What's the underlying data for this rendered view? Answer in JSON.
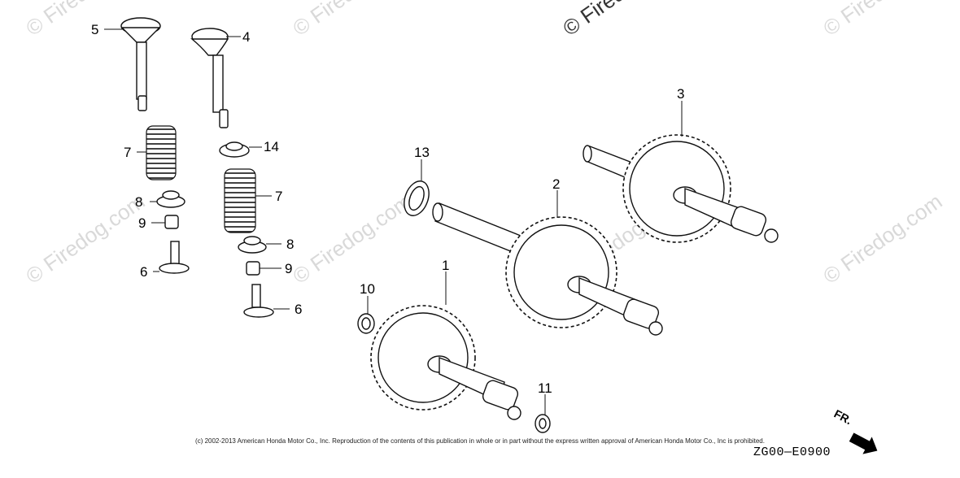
{
  "watermark": "© Firedog.com",
  "callouts": {
    "c1": "1",
    "c2": "2",
    "c3": "3",
    "c4": "4",
    "c5": "5",
    "c6a": "6",
    "c6b": "6",
    "c7a": "7",
    "c7b": "7",
    "c8a": "8",
    "c8b": "8",
    "c9a": "9",
    "c9b": "9",
    "c10": "10",
    "c11": "11",
    "c13": "13",
    "c14": "14"
  },
  "fr_label": "FR.",
  "footer_copyright": "(c) 2002-2013 American Honda Motor Co., Inc. Reproduction of the contents of this publication in whole or in part without the express written approval of American Honda Motor Co., Inc is prohibited.",
  "diagram_code": "ZG00—E0900"
}
